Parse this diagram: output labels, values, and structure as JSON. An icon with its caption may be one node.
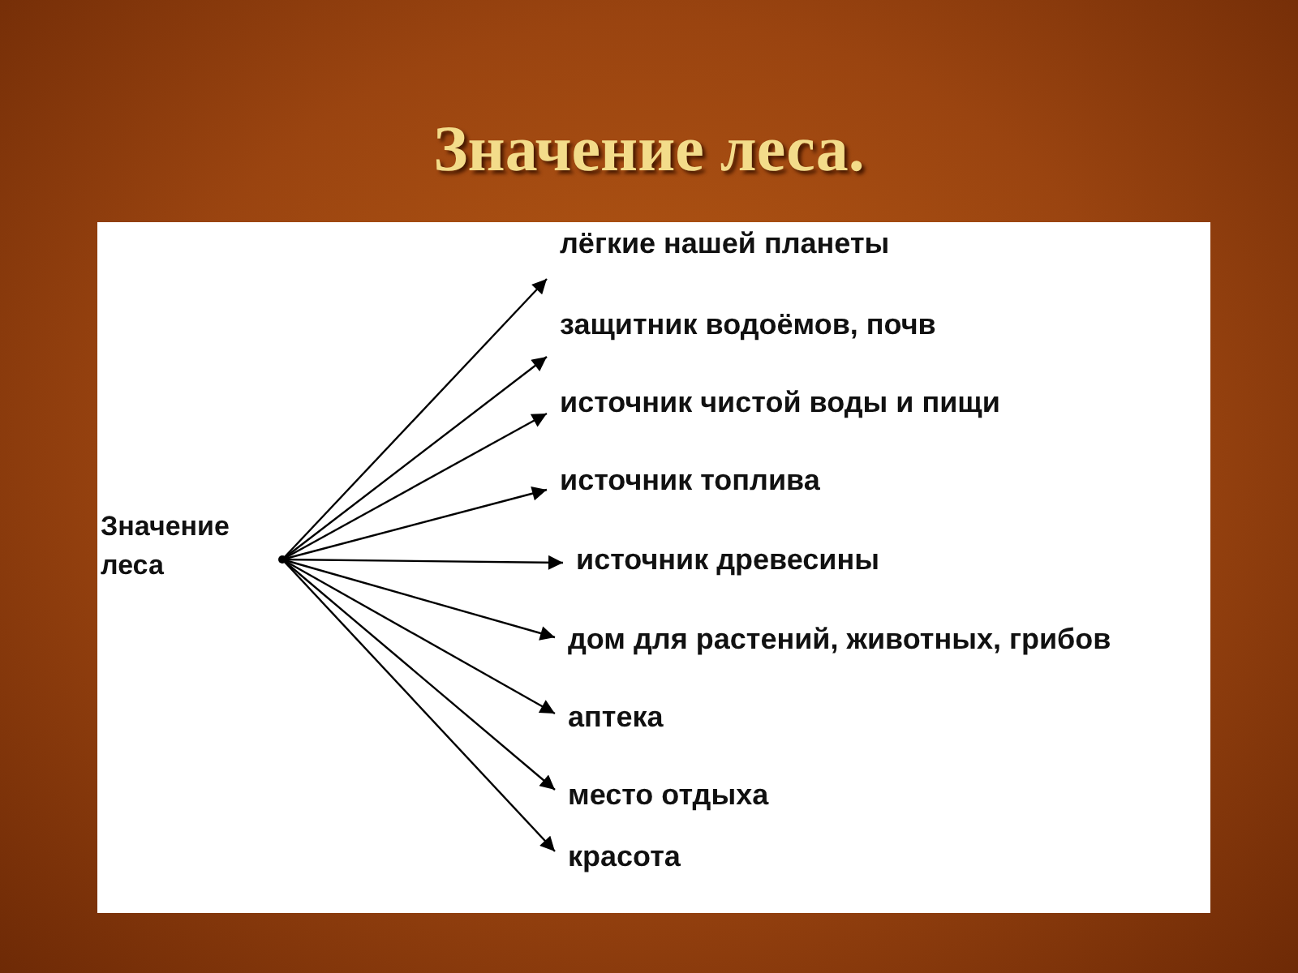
{
  "diagram": {
    "title": "Значение леса.",
    "nodes": [
      {
        "text": [
          "Значение леса"
        ]
      },
      {
        "text": [
          "лёгкие нашей планеты"
        ]
      },
      {
        "text": [
          "защитник водоёмов, почв"
        ]
      },
      {
        "text": [
          "источник чистой воды и пищи"
        ]
      },
      {
        "text": [
          "источник топлива"
        ]
      },
      {
        "text": [
          "источник древесины"
        ]
      },
      {
        "text": [
          "дом для растений, животных, грибов"
        ]
      },
      {
        "text": [
          "аптека"
        ]
      },
      {
        "text": [
          "место отдыха"
        ]
      },
      {
        "text": [
          "красота"
        ]
      }
    ],
    "edges": [
      {
        "from": 0,
        "to": 1,
        "arrow": "to"
      },
      {
        "from": 0,
        "to": 2,
        "arrow": "to"
      },
      {
        "from": 0,
        "to": 3,
        "arrow": "to"
      },
      {
        "from": 0,
        "to": 4,
        "arrow": "to"
      },
      {
        "from": 0,
        "to": 5,
        "arrow": "to"
      },
      {
        "from": 0,
        "to": 6,
        "arrow": "to"
      },
      {
        "from": 0,
        "to": 7,
        "arrow": "to"
      },
      {
        "from": 0,
        "to": 8,
        "arrow": "to"
      },
      {
        "from": 0,
        "to": 9,
        "arrow": "to"
      }
    ]
  }
}
